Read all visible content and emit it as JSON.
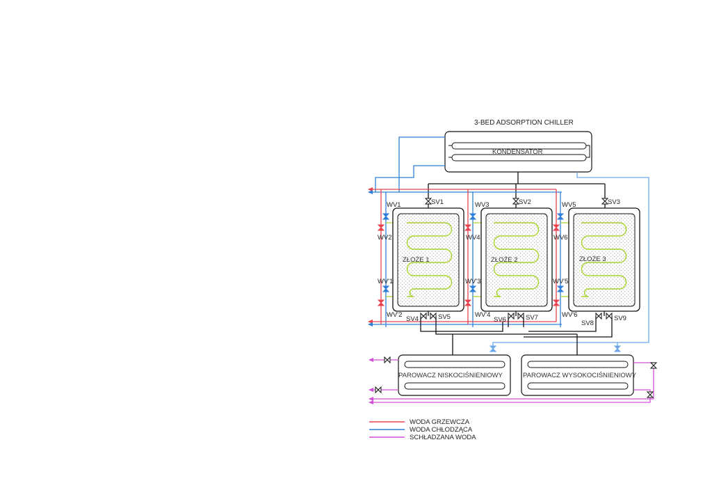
{
  "title": "3-BED ADSORPTION CHILLER",
  "condenser": {
    "label": "KONDENSATOR"
  },
  "beds": [
    {
      "label": "ZŁOŻE 1"
    },
    {
      "label": "ZŁOŻE 2"
    },
    {
      "label": "ZŁOŻE 3"
    }
  ],
  "evaporators": [
    {
      "label": "PAROWACZ NISKOCIŚNIENIOWY"
    },
    {
      "label": "PAROWACZ WYSOKOCIŚNIENIOWY"
    }
  ],
  "valves": {
    "sv1": "SV1",
    "sv2": "SV2",
    "sv3": "SV3",
    "sv4": "SV4",
    "sv5": "SV5",
    "sv6": "SV6",
    "sv7": "SV7",
    "sv8": "SV8",
    "sv9": "SV9",
    "wv1": "WV1",
    "wv2": "WV2",
    "wv3": "WV3",
    "wv4": "WV4",
    "wv5": "WV5",
    "wv6": "WV6",
    "wvp1": "WV'1",
    "wvp2": "WV'2",
    "wvp3": "WV'3",
    "wvp4": "WV'4",
    "wvp5": "WV'5",
    "wvp6": "WV'6"
  },
  "legend": [
    {
      "label": "WODA GRZEWCZA",
      "color": "#e8434f"
    },
    {
      "label": "WODA CHŁODZĄCA",
      "color": "#2f7fd6"
    },
    {
      "label": "SCHŁADZANA WODA",
      "color": "#d14fd6"
    }
  ],
  "colors": {
    "hot": "#e8434f",
    "cool": "#2f7fd6",
    "cooling_loop": "#6aa7e8",
    "chilled": "#d14fd6",
    "coil": "#a8d42a",
    "pipe": "#111111"
  }
}
